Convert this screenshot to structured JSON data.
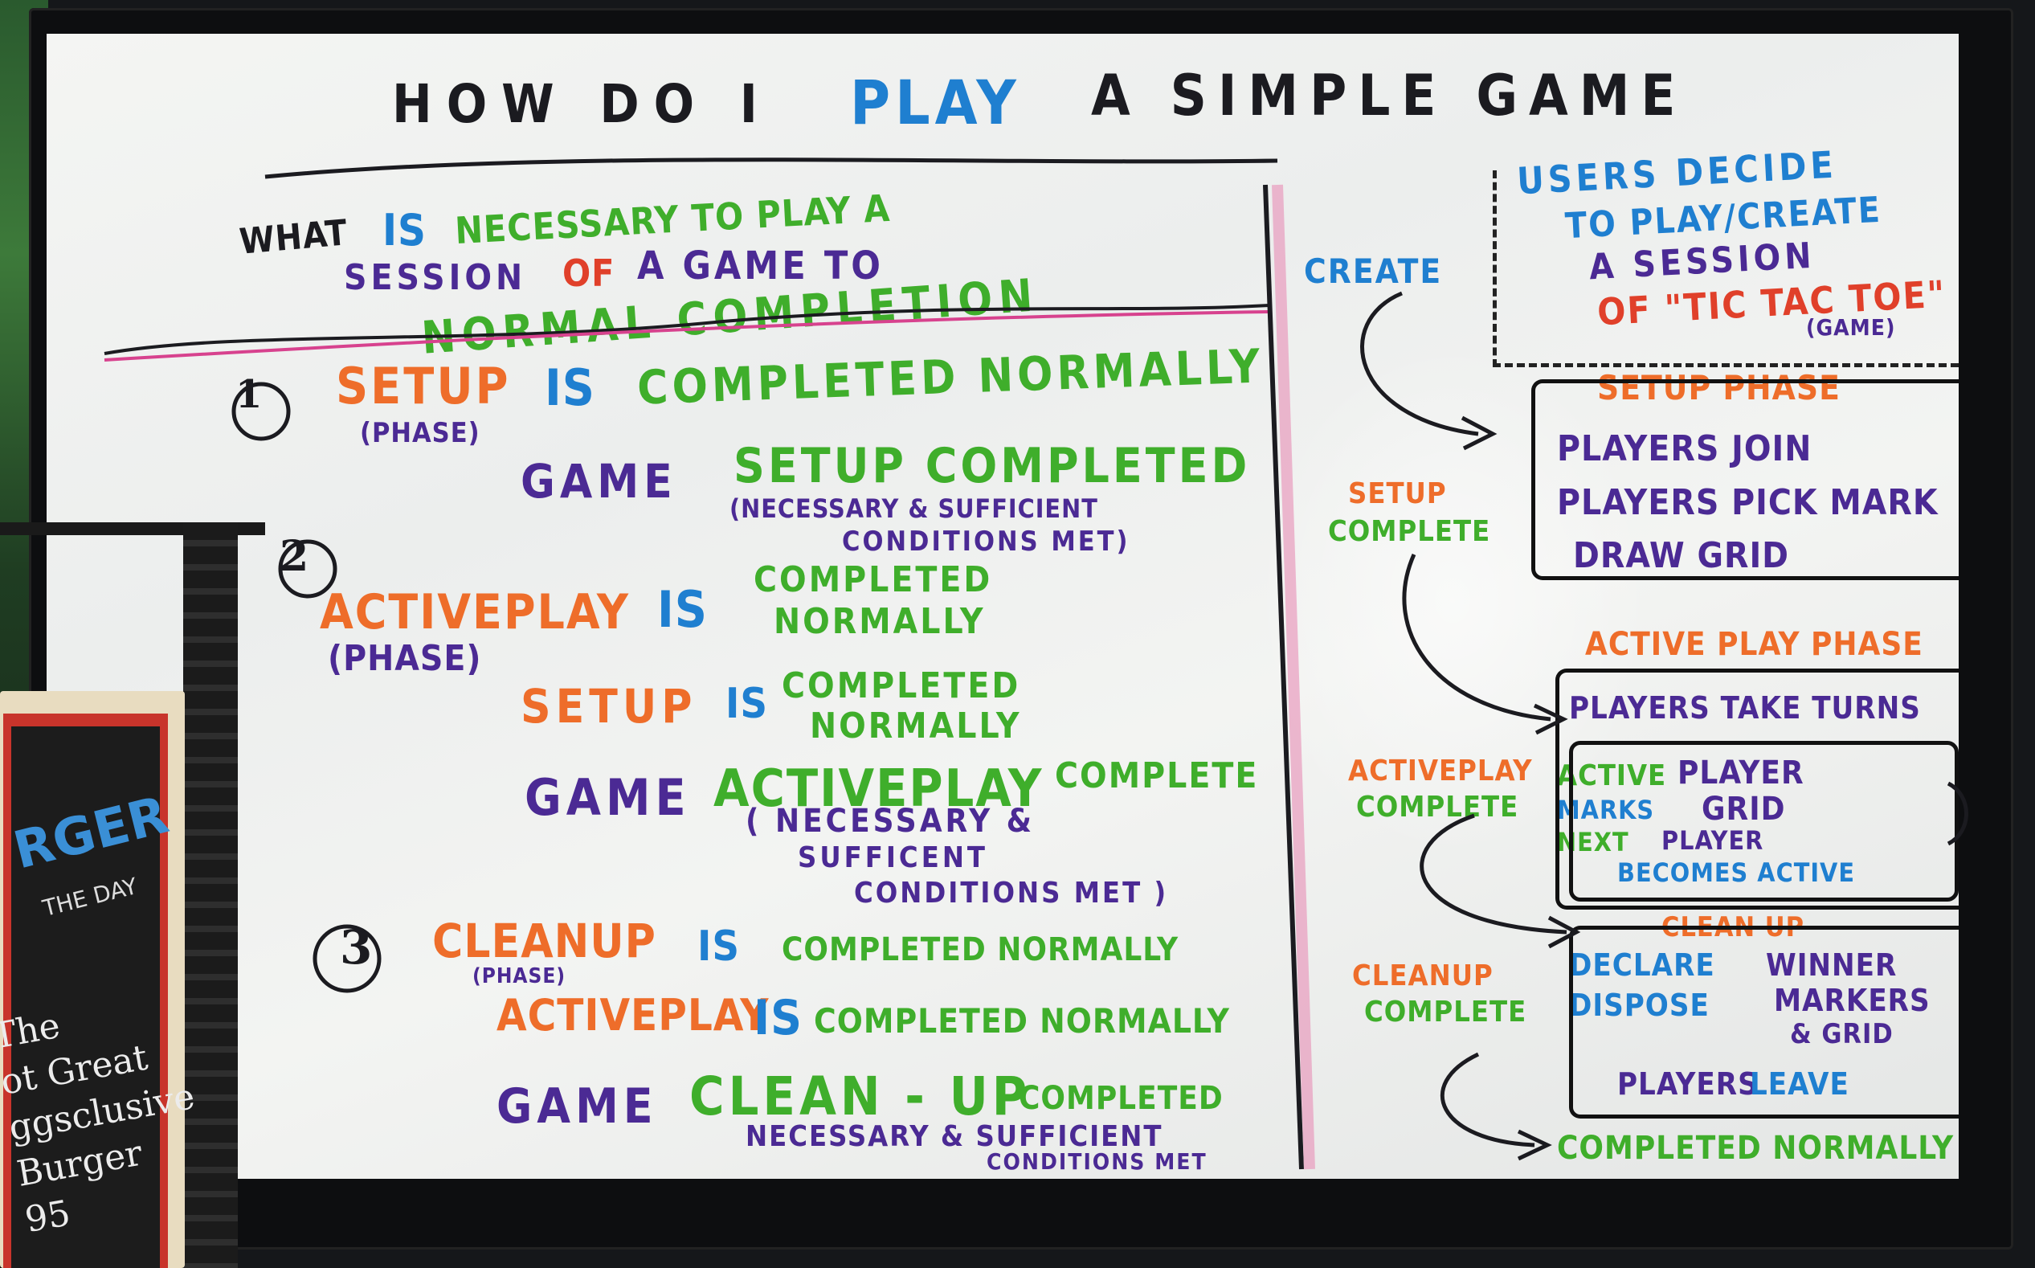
{
  "title": {
    "part1": "HOW DO I",
    "part2": "PLAY",
    "part3": "A SIMPLE GAME"
  },
  "question": {
    "w1": "WHAT",
    "w2": "IS",
    "w3": "NECESSARY TO PLAY A",
    "w4": "SESSION",
    "w5": "OF",
    "w6": "A GAME TO",
    "w7": "NORMAL COMPLETION"
  },
  "step1": {
    "num": "1",
    "setup": "SETUP",
    "phase": "(PHASE)",
    "is": "IS",
    "completed": "COMPLETED NORMALLY",
    "sub_game": "GAME",
    "sub_setup": "SETUP COMPLETED",
    "cond_a": "(NECESSARY & SUFFICIENT",
    "cond_b": "CONDITIONS MET)"
  },
  "step2": {
    "num": "2",
    "active": "ACTIVEPLAY",
    "is": "IS",
    "completed_a": "COMPLETED",
    "completed_b": "NORMALLY",
    "phase": "(PHASE)",
    "sub_setup": "SETUP",
    "sub_is": "IS",
    "sub_completed_a": "COMPLETED",
    "sub_completed_b": "NORMALLY",
    "sub_game": "GAME",
    "sub_active": "ACTIVEPLAY",
    "sub_complete": "COMPLETE",
    "cond_a": "( NECESSARY &",
    "cond_b": "SUFFICENT",
    "cond_c": "CONDITIONS MET )"
  },
  "step3": {
    "num": "3",
    "cleanup": "CLEANUP",
    "phase": "(PHASE)",
    "is": "IS",
    "completed": "COMPLETED NORMALLY",
    "sub_active": "ACTIVEPLAY",
    "sub_is": "IS",
    "sub_completed": "COMPLETED NORMALLY",
    "sub_game": "GAME",
    "sub_cleanup": "CLEAN - UP",
    "sub_completed2": "COMPLETED",
    "cond_a": "NECESSARY & SUFFICIENT",
    "cond_b": "CONDITIONS MET"
  },
  "flow": {
    "create": "CREATE",
    "users_a": "USERS DECIDE",
    "users_b": "TO PLAY/CREATE",
    "users_c": "A SESSION",
    "users_d": "OF \"TIC TAC TOE\"",
    "users_e": "(GAME)",
    "setup_phase": "SETUP PHASE",
    "setup_items": [
      "PLAYERS JOIN",
      "PLAYERS PICK MARK",
      "DRAW GRID"
    ],
    "setup_complete_a": "SETUP",
    "setup_complete_b": "COMPLETE",
    "active_phase": "ACTIVE PLAY PHASE",
    "active_turns": "PLAYERS TAKE TURNS",
    "active_items_a": [
      "ACTIVE",
      "PLAYER"
    ],
    "active_items_b": [
      "MARKS",
      "GRID"
    ],
    "active_items_c": [
      "NEXT",
      "PLAYER"
    ],
    "active_items_d": "BECOMES ACTIVE",
    "active_complete_a": "ACTIVEPLAY",
    "active_complete_b": "COMPLETE",
    "cleanup_phase": "CLEAN UP",
    "cleanup_items": [
      {
        "a": "DECLARE",
        "b": "WINNER"
      },
      {
        "a": "DISPOSE",
        "b": "MARKERS"
      },
      {
        "a": "",
        "b": "& GRID"
      },
      {
        "a": "PLAYERS",
        "b": "LEAVE"
      }
    ],
    "cleanup_complete_a": "CLEANUP",
    "cleanup_complete_b": "COMPLETE",
    "completed_normally": "COMPLETED NORMALLY"
  },
  "chalkboard": {
    "title": "RGER",
    "subtitle": "THE DAY",
    "lines": [
      "The",
      "ot Great",
      "ggsclusive",
      "Burger",
      "95"
    ]
  },
  "colors": {
    "black": "#1b1b20",
    "blue": "#1f7fd0",
    "purple": "#4b2a94",
    "red": "#e0402a",
    "orange": "#ee6d2a",
    "green": "#3fae2b"
  }
}
